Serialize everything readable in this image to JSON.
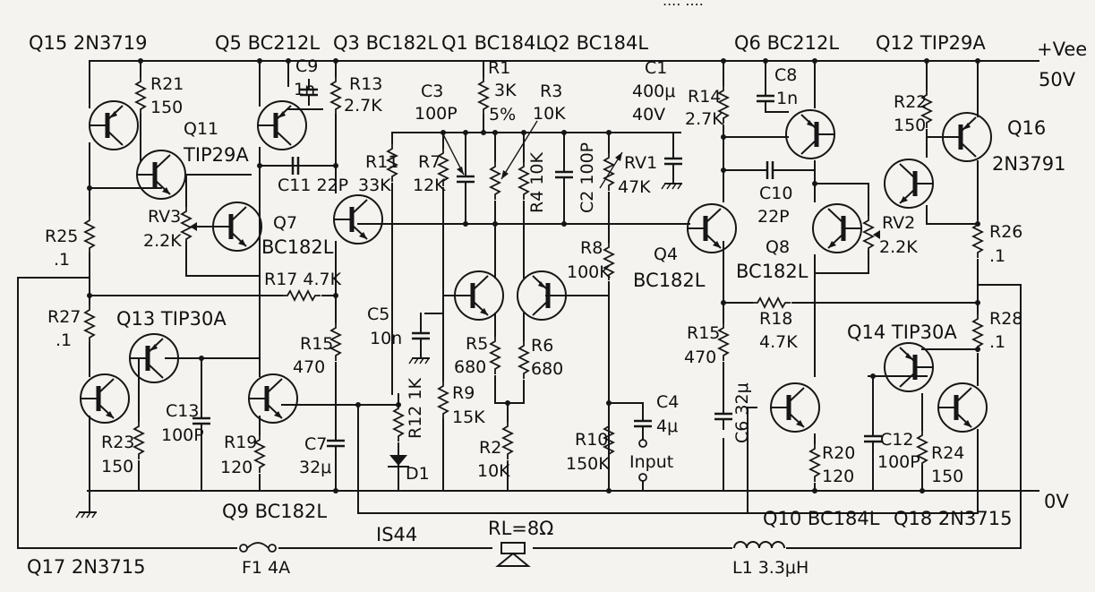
{
  "top_cut_text": "     ....     ....    ",
  "rails": {
    "vee": "+Vee",
    "vee_value": "50V",
    "zero": "0V"
  },
  "transistors": {
    "q15": "Q15 2N3719",
    "q5": "Q5 BC212L",
    "q3": "Q3 BC182L",
    "q1": "Q1 BC184L",
    "q2": "Q2 BC184L",
    "q6": "Q6 BC212L",
    "q12": "Q12 TIP29A",
    "q16_name": "Q16",
    "q16_type": "2N3791",
    "q11_name": "Q11",
    "q11_type": "TIP29A",
    "q7_name": "Q7",
    "q7_type": "BC182L",
    "q4_name": "Q4",
    "q4_type": "BC182L",
    "q8_name": "Q8",
    "q8_type": "BC182L",
    "q13": "Q13 TIP30A",
    "q14": "Q14 TIP30A",
    "q9": "Q9 BC182L",
    "q10": "Q10 BC184L",
    "q18": "Q18 2N3715",
    "q17": "Q17 2N3715"
  },
  "components": {
    "r21_name": "R21",
    "r21_val": "150",
    "c9_name": "C9",
    "c9_val": "1n",
    "r13_name": "R13",
    "r13_val": "2.7K",
    "c3_name": "C3",
    "c3_val": "100P",
    "r1_name": "R1",
    "r1_val": "3K",
    "r1_tol": "5%",
    "r3_name": "R3",
    "r3_val": "10K",
    "c1_name": "C1",
    "c1_val": "400μ",
    "c1_volt": "40V",
    "r14_name": "R14",
    "r14_val": "2.7K",
    "c8_name": "C8",
    "c8_val": "1n",
    "r22_name": "R22",
    "r22_val": "150",
    "c11": "C11 22P",
    "r11_name": "R11",
    "r11_val": "33K",
    "r7_name": "R7",
    "r7_val": "12K",
    "r4": "R4 10K",
    "c2": "C2 100P",
    "rv1_name": "RV1",
    "rv1_val": "47K",
    "c10_name": "C10",
    "c10_val": "22P",
    "rv3_name": "RV3",
    "rv3_val": "2.2K",
    "rv2_name": "RV2",
    "rv2_val": "2.2K",
    "r25_name": "R25",
    "r25_val": ".1",
    "r26_name": "R26",
    "r26_val": ".1",
    "r17": "R17 4.7K",
    "r8_name": "R8",
    "r8_val": "100K",
    "r18_name": "R18",
    "r18_val": "4.7K",
    "r27_name": "R27",
    "r27_val": ".1",
    "r28_name": "R28",
    "r28_val": ".1",
    "c5_name": "C5",
    "c5_val": "10n",
    "r15l_name": "R15",
    "r15l_val": "470",
    "r15r_name": "R15",
    "r15r_val": "470",
    "r5_name": "R5",
    "r5_val": "680",
    "r6_name": "R6",
    "r6_val": "680",
    "c4_name": "C4",
    "c4_val": "4μ",
    "r9_name": "R9",
    "r9_val": "15K",
    "r12": "R12 1K",
    "d1": "D1",
    "c13_name": "C13",
    "c13_val": "100P",
    "r23_name": "R23",
    "r23_val": "150",
    "r19_name": "R19",
    "r19_val": "120",
    "c7_name": "C7",
    "c7_val": "32μ",
    "r2_name": "R2",
    "r2_val": "10K",
    "r10_name": "R10",
    "r10_val": "150K",
    "input": "Input",
    "c6": "C6 32μ",
    "r20_name": "R20",
    "r20_val": "120",
    "c12_name": "C12",
    "c12_val": "100P",
    "r24_name": "R24",
    "r24_val": "150",
    "is44": "IS44",
    "rl": "RL=8Ω",
    "fuse": "F1 4A",
    "inductor": "L1 3.3μH"
  }
}
